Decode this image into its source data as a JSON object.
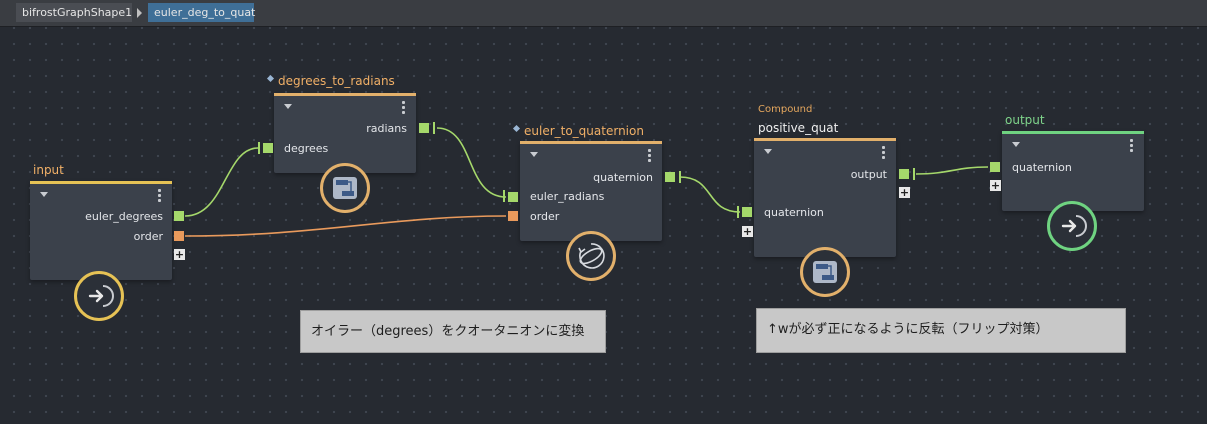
{
  "breadcrumb": {
    "items": [
      "bifrostGraphShape1",
      "euler_deg_to_quat"
    ]
  },
  "colors": {
    "background": "#262a31",
    "node_body": "#3b414b",
    "port_green": "#a5d86b",
    "port_orange": "#e99a5c",
    "header_orange": "#e2b06b",
    "header_yellow": "#e6c255",
    "header_green": "#6fd381",
    "crumb_active": "#3f6f97"
  },
  "nodes": {
    "input": {
      "title": "input",
      "ports": {
        "euler_degrees": "euler_degrees",
        "order": "order"
      },
      "icon": "arrow-right-icon"
    },
    "degrees_to_radians": {
      "title": "degrees_to_radians",
      "ports": {
        "radians": "radians",
        "degrees": "degrees"
      },
      "icon": "compound-icon"
    },
    "euler_to_quaternion": {
      "title": "euler_to_quaternion",
      "ports": {
        "quaternion": "quaternion",
        "euler_radians": "euler_radians",
        "order": "order"
      },
      "icon": "rotate-icon"
    },
    "positive_quat": {
      "subtitle": "Compound",
      "title": "positive_quat",
      "ports": {
        "output": "output",
        "input": "quaternion"
      },
      "icon": "compound-icon"
    },
    "output": {
      "title": "output",
      "ports": {
        "quaternion": "quaternion"
      },
      "icon": "arrow-right-icon"
    }
  },
  "comments": [
    "オイラー（degrees）をクオータニオンに変換",
    "↑wが必ず正になるように反転（フリップ対策）"
  ]
}
